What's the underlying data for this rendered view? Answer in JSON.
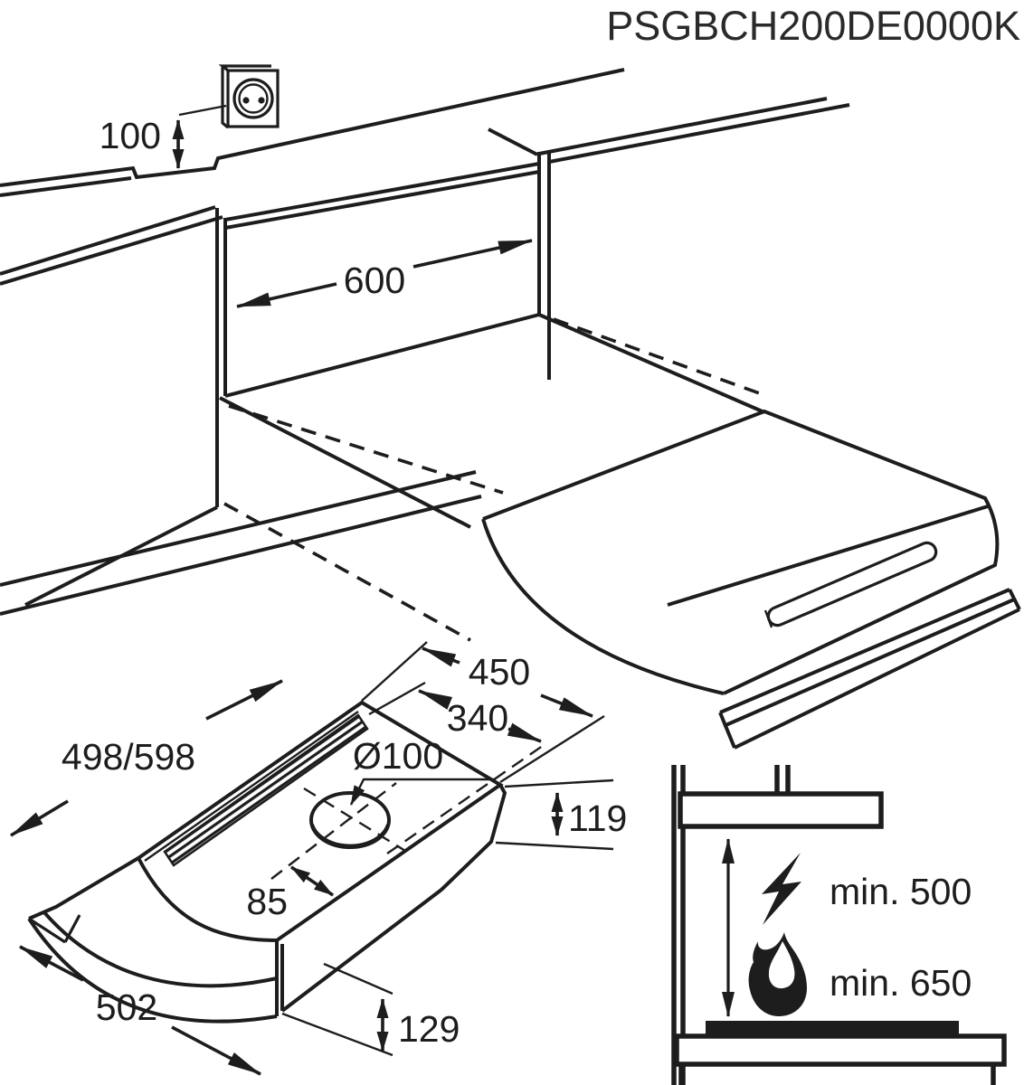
{
  "title": "PSGBCH200DE0000K",
  "ink_color": "#1d1d1d",
  "installation": {
    "socket_height": "100",
    "niche_width": "600"
  },
  "hood_detail": {
    "width_options": "498/598",
    "depth": "450",
    "duct_offset": "340",
    "duct_diameter": "Ø100",
    "body_height": "119",
    "duct_to_front": "85",
    "bottom_depth": "502",
    "front_height": "129"
  },
  "clearance": {
    "electric_min": "min. 500",
    "gas_min": "min. 650"
  }
}
